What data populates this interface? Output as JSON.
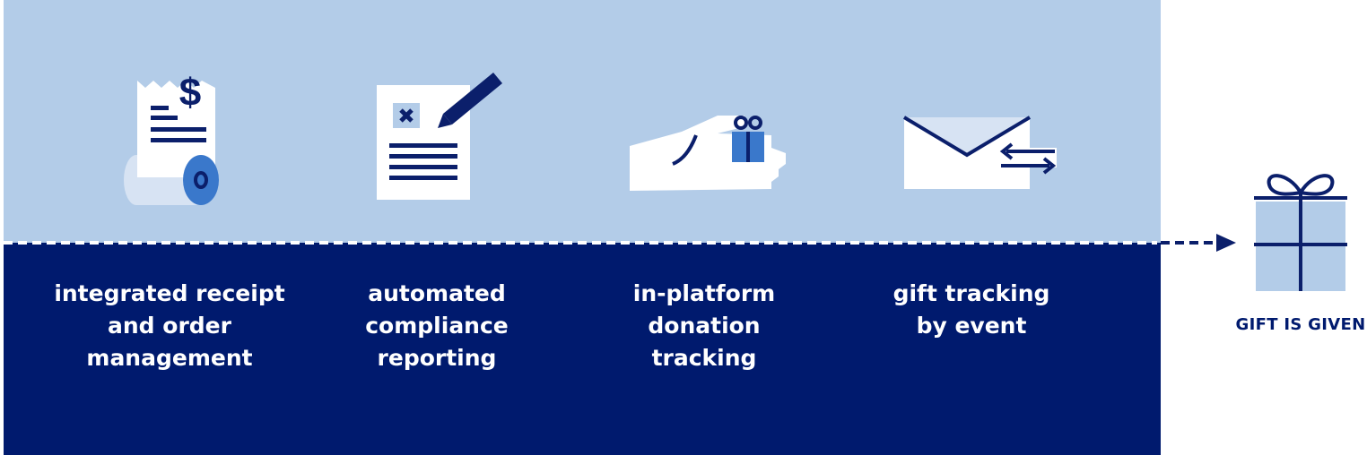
{
  "colors": {
    "top_panel": "#b3cce8",
    "bottom_panel": "#001a6e",
    "navy": "#0b1f6b",
    "accent_blue": "#3a78cb",
    "pale_blue": "#d7e3f3",
    "white": "#ffffff"
  },
  "features": [
    {
      "icon": "receipt-roll-icon",
      "lines": [
        "integrated receipt",
        "and order",
        "management"
      ]
    },
    {
      "icon": "signed-document-icon",
      "lines": [
        "automated",
        "compliance",
        "reporting"
      ]
    },
    {
      "icon": "hand-gift-icon",
      "lines": [
        "in-platform",
        "donation",
        "tracking"
      ]
    },
    {
      "icon": "envelope-exchange-icon",
      "lines": [
        "gift tracking",
        "by event"
      ]
    }
  ],
  "outcome": {
    "icon": "gift-box-icon",
    "label": "GIFT IS GIVEN"
  }
}
